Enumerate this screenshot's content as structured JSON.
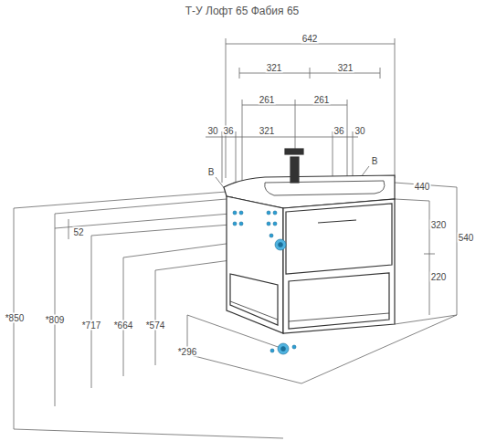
{
  "diagram": {
    "title": "Т-У Лофт 65 Фабия 65",
    "labels": [
      "642",
      "321",
      "321",
      "261",
      "261",
      "30",
      "36",
      "321",
      "36",
      "30",
      "B",
      "B",
      "440",
      "320",
      "540",
      "220",
      "52",
      "*850",
      "*809",
      "*717",
      "*664",
      "*574",
      "*296"
    ]
  }
}
